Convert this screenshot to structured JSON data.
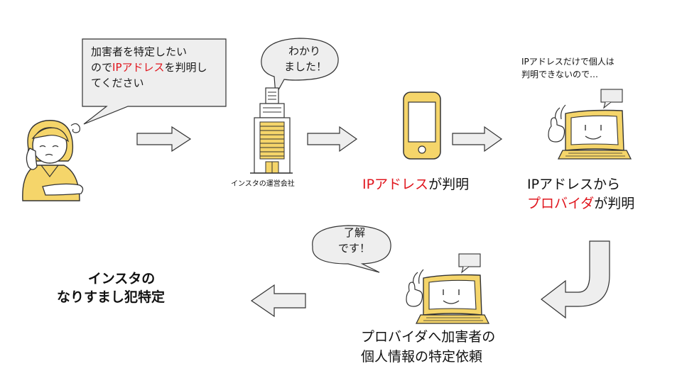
{
  "speech_request": {
    "line1": "加害者を特定したい",
    "line2_pre": "ので",
    "line2_red": "IPアドレス",
    "line2_post": "を判明し",
    "line3": "てください"
  },
  "speech_ack": {
    "line1": "わかり",
    "line2": "ました！"
  },
  "company_label": "インスタの運営会社",
  "ip_found": {
    "red": "IPアドレス",
    "rest": "が判明"
  },
  "pc_thought": {
    "line1": "IPアドレスだけで個人は",
    "line2": "判明できないので…"
  },
  "provider_found": {
    "line1": "IPアドレスから",
    "red": "プロバイダ",
    "rest": "が判明"
  },
  "speech_ok": {
    "line1": "了解",
    "line2": "です！"
  },
  "request_provider": {
    "line1": "プロバイダへ加害者の",
    "line2": "個人情報の特定依頼"
  },
  "result": {
    "line1": "インスタの",
    "line2": "なりすまし犯特定"
  },
  "colors": {
    "accent_red": "#e0161e",
    "yellow": "#f5d56a",
    "bubble_fill": "#eeeeee",
    "stroke": "#333333"
  }
}
